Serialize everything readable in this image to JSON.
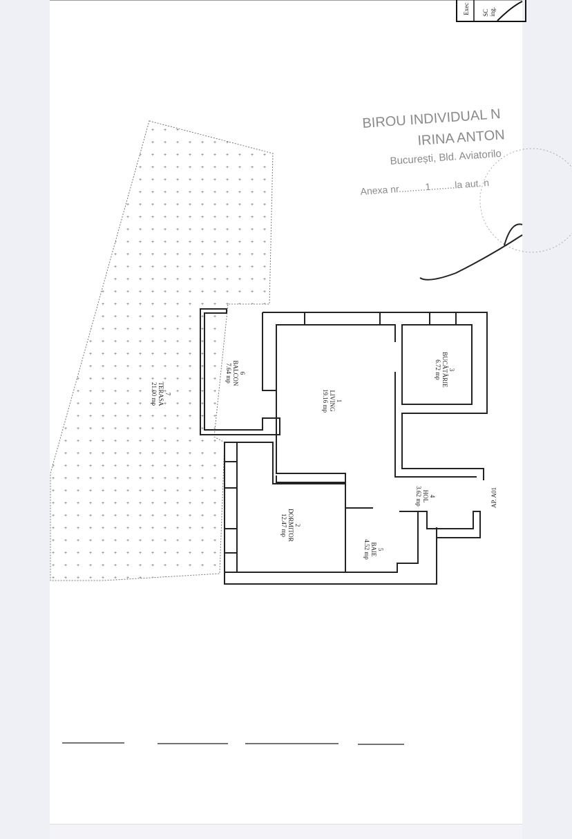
{
  "stamp": {
    "line1": "BIROU INDIVIDUAL N",
    "line2": "IRINA ANTON",
    "line3": "București, Bld. Aviatorilo",
    "line4": "Anexa nr..........1.........la aut. n"
  },
  "title_block": {
    "col1": "Exec",
    "col2": "SC",
    "col3": "ing."
  },
  "rooms": [
    {
      "num": "1",
      "name": "LIVING",
      "area": "19.16 mp"
    },
    {
      "num": "2",
      "name": "DORMITOR",
      "area": "12.47 mp"
    },
    {
      "num": "3",
      "name": "BUCĂTĂRIE",
      "area": "6.72 mp"
    },
    {
      "num": "4",
      "name": "HOL",
      "area": "3.62 mp"
    },
    {
      "num": "5",
      "name": "BAIE",
      "area": "4.52 mp"
    },
    {
      "num": "6",
      "name": "BALCON",
      "area": "7.64 mp"
    },
    {
      "num": "7",
      "name": "TERASA",
      "area": "21.00 mp"
    }
  ],
  "apartment_label": "AP. A01",
  "colors": {
    "ink": "#222222",
    "stamp": "#8a8a8a",
    "margin": "#efeff6"
  }
}
